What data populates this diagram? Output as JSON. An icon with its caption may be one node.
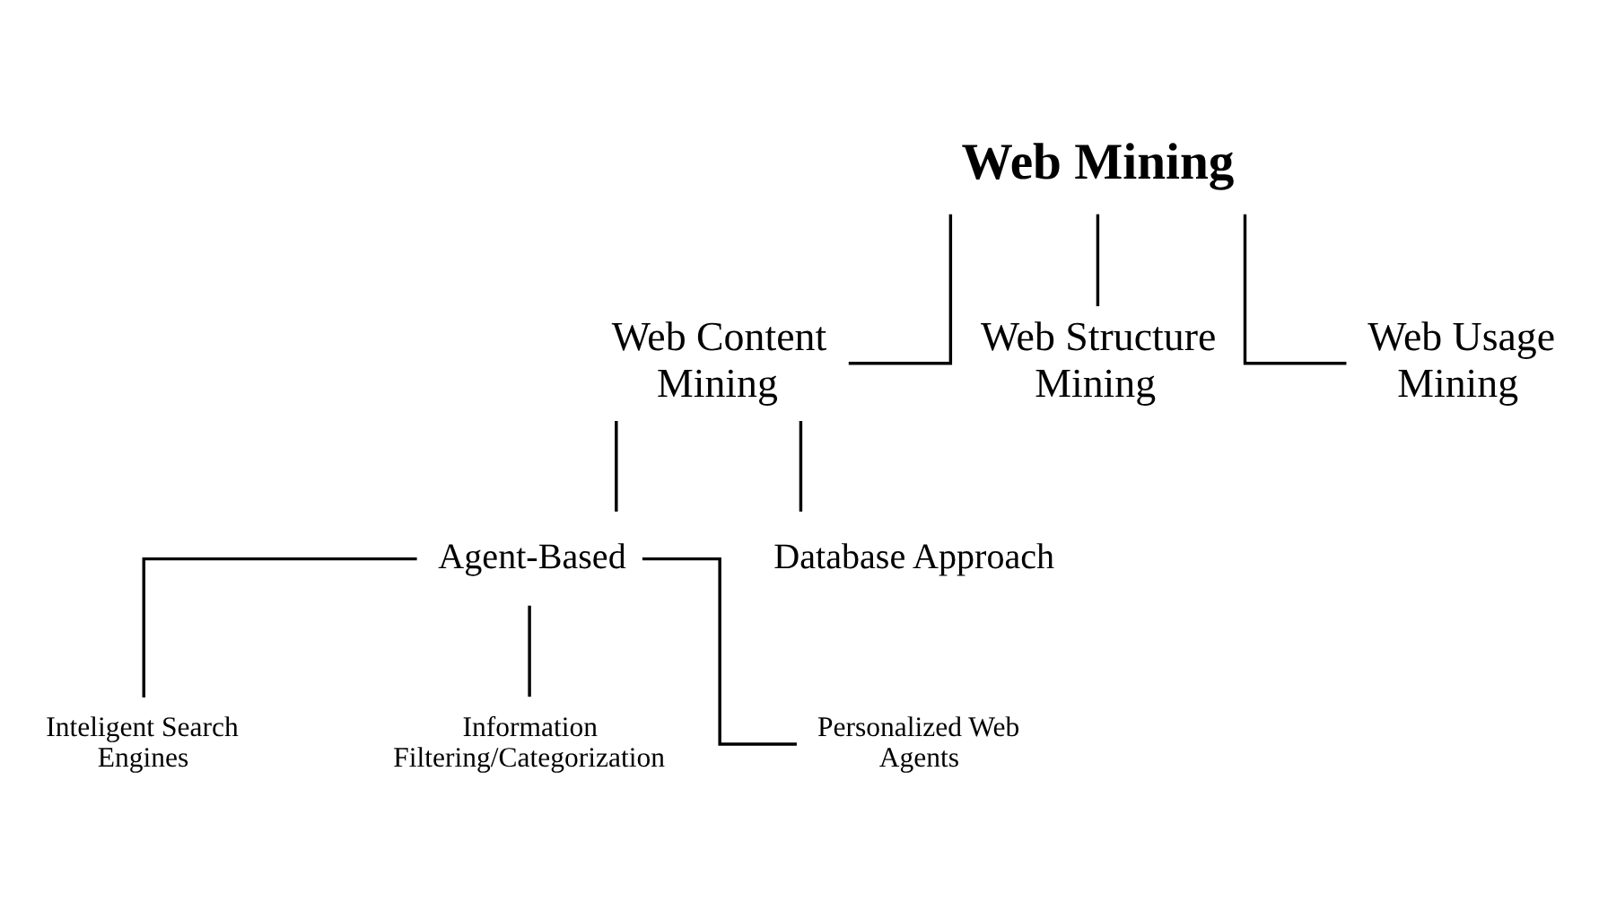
{
  "diagram": {
    "nodes": [
      {
        "text": [
          "Web Mining"
        ]
      },
      {
        "text": [
          "Web Content Mining"
        ]
      },
      {
        "text": [
          "Web Structure Mining"
        ]
      },
      {
        "text": [
          "Web Usage Mining"
        ]
      },
      {
        "text": [
          "Agent-Based"
        ]
      },
      {
        "text": [
          "Database Approach"
        ]
      },
      {
        "text": [
          "Inteligent Search Engines"
        ]
      },
      {
        "text": [
          "Information Filtering/Categorization"
        ]
      },
      {
        "text": [
          "Personalized Web Agents"
        ]
      }
    ],
    "edges": [
      {
        "from": 0,
        "to": 1,
        "arrow": "none"
      },
      {
        "from": 0,
        "to": 2,
        "arrow": "none"
      },
      {
        "from": 0,
        "to": 3,
        "arrow": "none"
      },
      {
        "from": 1,
        "to": 4,
        "arrow": "none"
      },
      {
        "from": 1,
        "to": 5,
        "arrow": "none"
      },
      {
        "from": 4,
        "to": 6,
        "arrow": "none"
      },
      {
        "from": 4,
        "to": 7,
        "arrow": "none"
      },
      {
        "from": 4,
        "to": 8,
        "arrow": "none"
      }
    ]
  }
}
